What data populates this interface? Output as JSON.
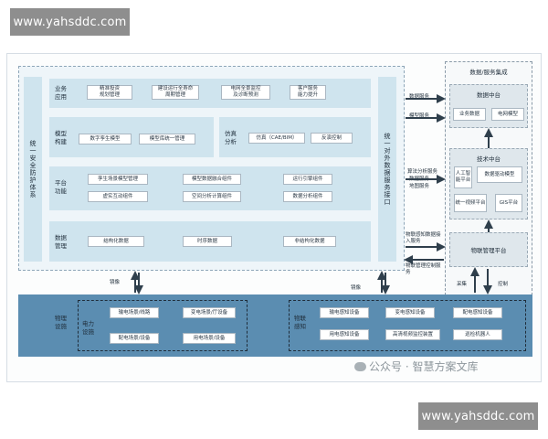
{
  "watermarks": {
    "top": "www.yahsddc.com",
    "bottom": "www.yahsddc.com"
  },
  "credit": "公众号 · 智慧方案文库",
  "left_rail": "统一安全防护体系",
  "right_rail": "统一对外数据服务接口",
  "rows": {
    "business": {
      "label": "业务\n应用",
      "items": [
        "精准投资\n规划管理",
        "建设运行全寿命\n周期管理",
        "电网全景监控\n及诊断预测",
        "客户服务\n能力提升"
      ]
    },
    "model": {
      "label": "模型\n构建",
      "items": [
        "数字孪生模型",
        "模型库统一管理"
      ]
    },
    "sim": {
      "label": "仿真\n分析",
      "items": [
        "仿真（CAE/BIM）",
        "反演控制"
      ]
    },
    "platform": {
      "label": "平台\n功能",
      "items": [
        "孪生场景模型管理",
        "模型数据融合组件",
        "运行引擎组件",
        "虚实互动组件",
        "空间分析计算组件",
        "数据分析组件"
      ]
    },
    "data": {
      "label": "数据\n管理",
      "items": [
        "结构化数据",
        "时序数据",
        "非结构化数据"
      ]
    }
  },
  "middle_labels": [
    "数据服务",
    "模型服务",
    "算法分析服务",
    "数据服务",
    "地图服务",
    "物联感知数据接入服务",
    "物联管理控制服务"
  ],
  "right_panel": {
    "title": "数据/服务集成",
    "data_center": {
      "title": "数据中台",
      "items": [
        "业务数据",
        "电网模型"
      ]
    },
    "tech_center": {
      "title": "技术中台",
      "items": [
        "人工智能平台",
        "数据驱动模型",
        "统一视频平台",
        "GIS平台"
      ]
    },
    "iot_platform": {
      "title": "物联管理平台"
    },
    "labels": {
      "collect": "采集",
      "control": "控制"
    }
  },
  "arrow_labels": {
    "left": "镜像",
    "right": "镜像"
  },
  "bottom": {
    "label": "物理\n设施",
    "power": {
      "label": "电力\n设施",
      "items": [
        "输电场景/线路",
        "变电场景/厅设备",
        "配电场景/设备",
        "用电场景/设备"
      ]
    },
    "iot": {
      "label": "物联\n感知",
      "items": [
        "输电感知设备",
        "变电感知设备",
        "配电感知设备",
        "用电感知设备",
        "高清视频监控装置",
        "巡检机器人"
      ]
    }
  }
}
